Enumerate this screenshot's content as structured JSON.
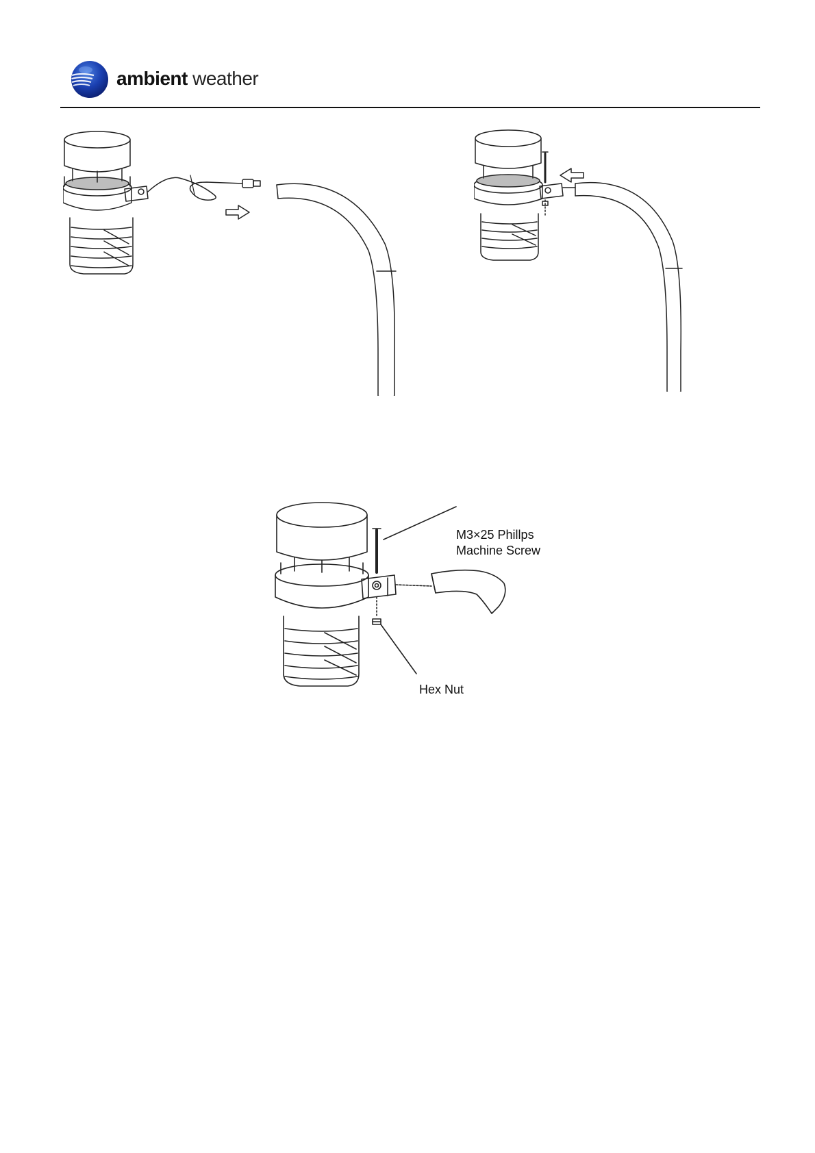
{
  "header": {
    "brand_bold": "ambient",
    "brand_light": " weather"
  },
  "figure3": {
    "labels": {
      "screw_line1": "M3×25  Phillps",
      "screw_line2": "Machine  Screw",
      "nut": "Hex Nut"
    }
  }
}
